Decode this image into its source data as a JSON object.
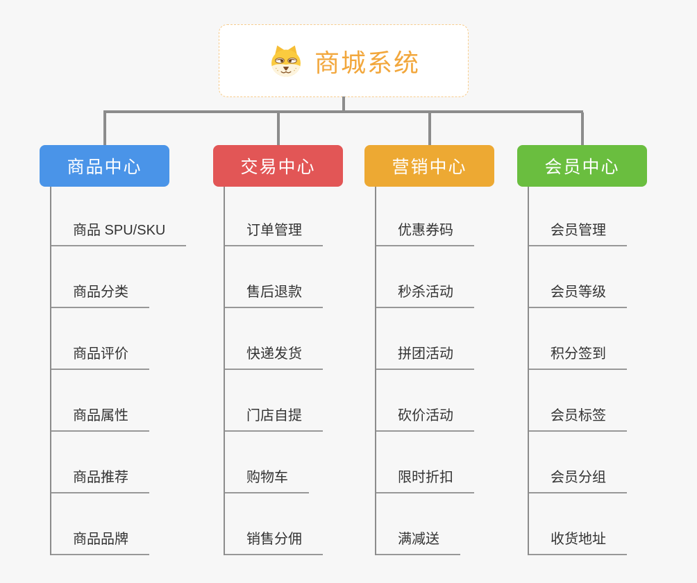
{
  "root": {
    "label": "商城系统",
    "icon": "dog-face-icon"
  },
  "colors": {
    "background": "#F7F7F7",
    "root_text": "#F2A73C",
    "root_border": "#F7CC8C",
    "connector": "#8C8C8C",
    "underline": "#989898",
    "item_text": "#333333"
  },
  "branches": [
    {
      "label": "商品中心",
      "color": "#4A94E8",
      "items": [
        "商品 SPU/SKU",
        "商品分类",
        "商品评价",
        "商品属性",
        "商品推荐",
        "商品品牌"
      ]
    },
    {
      "label": "交易中心",
      "color": "#E25656",
      "items": [
        "订单管理",
        "售后退款",
        "快递发货",
        "门店自提",
        "购物车",
        "销售分佣"
      ]
    },
    {
      "label": "营销中心",
      "color": "#EDA933",
      "items": [
        "优惠券码",
        "秒杀活动",
        "拼团活动",
        "砍价活动",
        "限时折扣",
        "满减送"
      ]
    },
    {
      "label": "会员中心",
      "color": "#6ABE3F",
      "items": [
        "会员管理",
        "会员等级",
        "积分签到",
        "会员标签",
        "会员分组",
        "收货地址"
      ]
    }
  ]
}
